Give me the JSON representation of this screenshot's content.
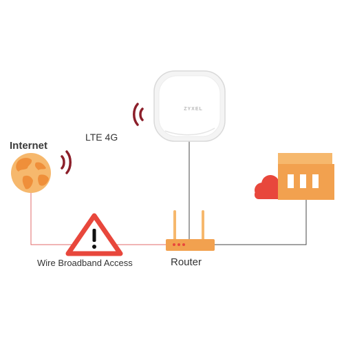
{
  "labels": {
    "internet": "Internet",
    "lte": "LTE 4G",
    "wire_access": "Wire Broadband Access",
    "router": "Router"
  },
  "device": {
    "brand": "ZYXEL"
  },
  "icons": {
    "globe": "globe-icon",
    "wireless": "wireless-signal-icon",
    "lte_device": "lte-outdoor-router-icon",
    "warning": "warning-triangle-icon",
    "router": "router-icon",
    "cloud": "cloud-icon",
    "building": "building-icon"
  },
  "colors": {
    "orange": "#f2a14f",
    "orange_light": "#f6b86d",
    "red": "#e8473c",
    "signal": "#8c1f2a",
    "line_red": "#e06a6a",
    "line_dark": "#333333",
    "device_grey": "#e7e7e7"
  }
}
